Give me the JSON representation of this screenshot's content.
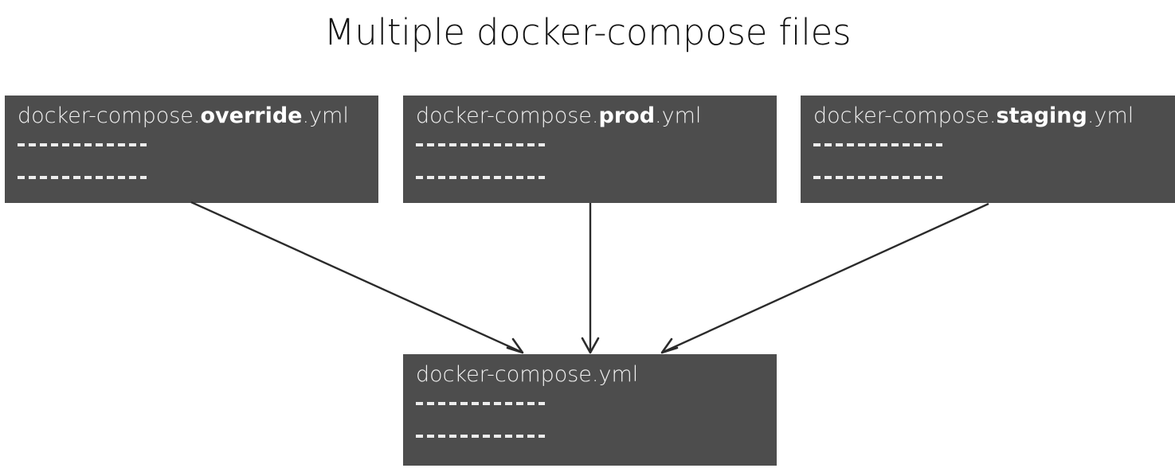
{
  "page": {
    "title": "Multiple docker-compose files",
    "background_color": "#ffffff",
    "title_color": "#141414"
  },
  "style": {
    "box_fill": "#4d4d4d",
    "box_text_color": "#f2f2f2",
    "dash_color": "#ededed",
    "arrow_color": "#2b2b2b"
  },
  "source_files": [
    {
      "prefix": "docker-compose.",
      "emphasis": "override",
      "suffix": ".yml",
      "full_name": "docker-compose.override.yml",
      "line_1": "------------",
      "line_2": "------------"
    },
    {
      "prefix": "docker-compose.",
      "emphasis": "prod",
      "suffix": ".yml",
      "full_name": "docker-compose.prod.yml",
      "line_1": "------------",
      "line_2": "------------"
    },
    {
      "prefix": "docker-compose.",
      "emphasis": "staging",
      "suffix": ".yml",
      "full_name": "docker-compose.staging.yml",
      "line_1": "------------",
      "line_2": "------------"
    }
  ],
  "target_file": {
    "prefix": "docker-compose.yml",
    "emphasis": "",
    "suffix": "",
    "full_name": "docker-compose.yml",
    "line_1": "------------",
    "line_2": "------------"
  },
  "arrows": [
    {
      "from": "docker-compose.override.yml",
      "to": "docker-compose.yml"
    },
    {
      "from": "docker-compose.prod.yml",
      "to": "docker-compose.yml"
    },
    {
      "from": "docker-compose.staging.yml",
      "to": "docker-compose.yml"
    }
  ]
}
